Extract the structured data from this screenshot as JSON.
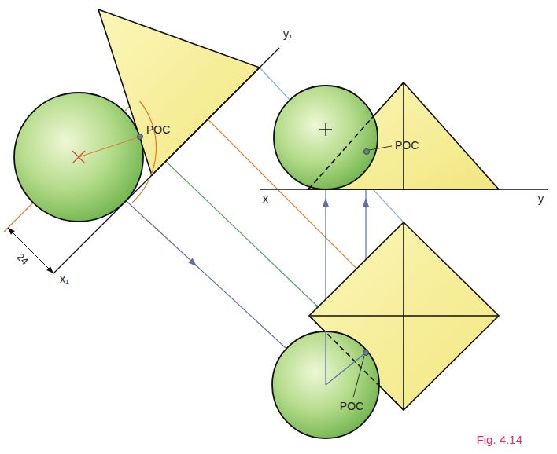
{
  "diagram": {
    "caption": "Fig. 4.14",
    "labels": [
      "y₁",
      "POC",
      "POC",
      "x",
      "y",
      "24",
      "x₁",
      "POC"
    ]
  }
}
